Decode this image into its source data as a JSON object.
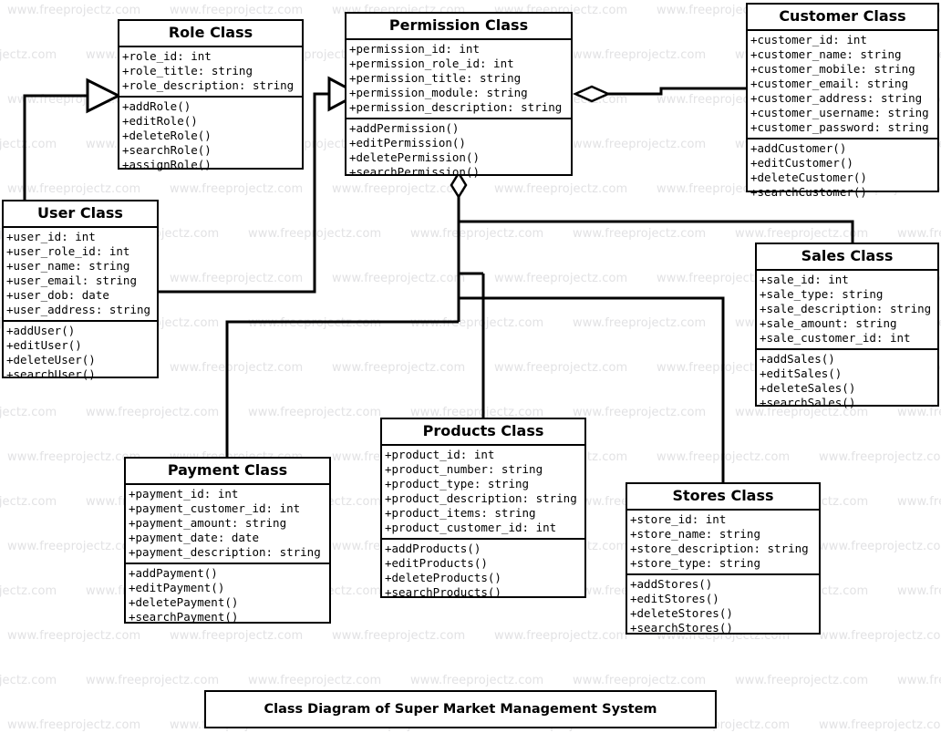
{
  "diagram": {
    "caption": "Class Diagram of Super Market Management System",
    "watermark_text": "www.freeprojectz.com",
    "colors": {
      "background": "#ffffff",
      "stroke": "#000000",
      "watermark": "#e2e2e4"
    }
  },
  "classes": {
    "role": {
      "title": "Role Class",
      "attributes": [
        "+role_id: int",
        "+role_title: string",
        "+role_description: string"
      ],
      "methods": [
        "+addRole()",
        "+editRole()",
        "+deleteRole()",
        "+searchRole()",
        "+assignRole()"
      ]
    },
    "permission": {
      "title": "Permission Class",
      "attributes": [
        "+permission_id: int",
        "+permission_role_id: int",
        "+permission_title: string",
        "+permission_module: string",
        "+permission_description: string"
      ],
      "methods": [
        "+addPermission()",
        "+editPermission()",
        "+deletePermission()",
        "+searchPermission()"
      ]
    },
    "customer": {
      "title": "Customer Class",
      "attributes": [
        "+customer_id: int",
        "+customer_name: string",
        "+customer_mobile: string",
        "+customer_email: string",
        "+customer_address: string",
        "+customer_username: string",
        "+customer_password: string"
      ],
      "methods": [
        "+addCustomer()",
        "+editCustomer()",
        "+deleteCustomer()",
        "+searchCustomer()"
      ]
    },
    "user": {
      "title": "User Class",
      "attributes": [
        "+user_id: int",
        "+user_role_id: int",
        "+user_name: string",
        "+user_email: string",
        "+user_dob: date",
        "+user_address: string"
      ],
      "methods": [
        "+addUser()",
        "+editUser()",
        "+deleteUser()",
        "+searchUser()"
      ]
    },
    "sales": {
      "title": "Sales Class",
      "attributes": [
        "+sale_id: int",
        "+sale_type: string",
        "+sale_description: string",
        "+sale_amount: string",
        "+sale_customer_id: int"
      ],
      "methods": [
        "+addSales()",
        "+editSales()",
        "+deleteSales()",
        "+searchSales()"
      ]
    },
    "products": {
      "title": "Products  Class",
      "attributes": [
        "+product_id: int",
        "+product_number: string",
        "+product_type: string",
        "+product_description: string",
        "+product_items: string",
        "+product_customer_id: int"
      ],
      "methods": [
        "+addProducts()",
        "+editProducts()",
        "+deleteProducts()",
        "+searchProducts()"
      ]
    },
    "payment": {
      "title": "Payment Class",
      "attributes": [
        "+payment_id: int",
        "+payment_customer_id: int",
        "+payment_amount: string",
        "+payment_date: date",
        "+payment_description: string"
      ],
      "methods": [
        "+addPayment()",
        "+editPayment()",
        "+deletePayment()",
        "+searchPayment()"
      ]
    },
    "stores": {
      "title": "Stores Class",
      "attributes": [
        "+store_id: int",
        "+store_name: string",
        "+store_description: string",
        "+store_type: string"
      ],
      "methods": [
        "+addStores()",
        "+editStores()",
        "+deleteStores()",
        "+searchStores()"
      ]
    }
  },
  "relationships": [
    {
      "from": "user",
      "to": "role",
      "type": "generalization"
    },
    {
      "from": "user",
      "to": "permission",
      "type": "generalization"
    },
    {
      "from": "permission",
      "to": "customer",
      "type": "aggregation"
    },
    {
      "from": "permission",
      "to": "sales",
      "type": "aggregation"
    },
    {
      "from": "permission",
      "to": "stores",
      "type": "aggregation"
    },
    {
      "from": "permission",
      "to": "products",
      "type": "aggregation"
    },
    {
      "from": "permission",
      "to": "payment",
      "type": "aggregation"
    }
  ]
}
